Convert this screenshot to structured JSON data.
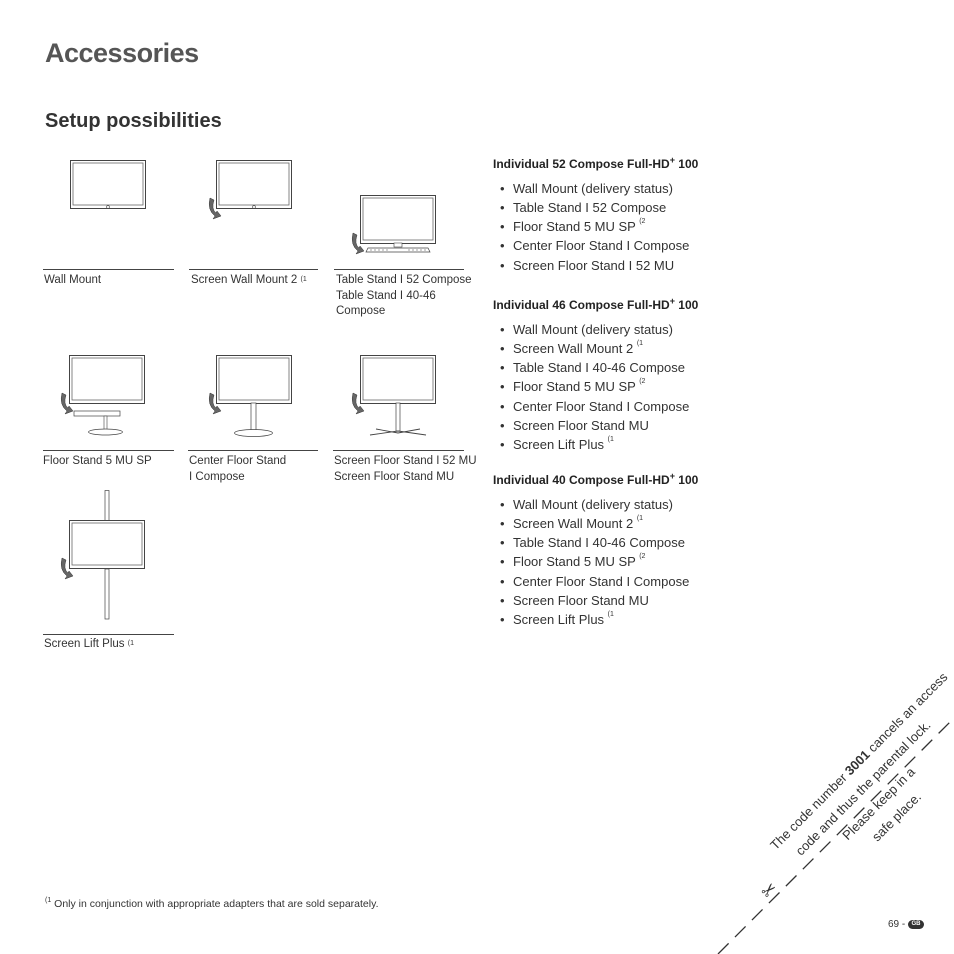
{
  "page": {
    "title": "Accessories",
    "subtitle": "Setup possibilities"
  },
  "figures": [
    {
      "caption_lines": [
        "Wall Mount"
      ],
      "sup": ""
    },
    {
      "caption_lines": [
        "Screen Wall Mount 2"
      ],
      "sup": "(1"
    },
    {
      "caption_lines": [
        "Table Stand I 52 Compose",
        "Table Stand I 40-46",
        "Compose"
      ],
      "sup": ""
    },
    {
      "caption_lines": [
        "Floor Stand 5 MU SP"
      ],
      "sup": ""
    },
    {
      "caption_lines": [
        "Center Floor Stand",
        "I Compose"
      ],
      "sup": ""
    },
    {
      "caption_lines": [
        "Screen Floor Stand I 52 MU",
        "Screen Floor Stand MU"
      ],
      "sup": ""
    },
    {
      "caption_lines": [
        "Screen Lift Plus"
      ],
      "sup": "(1"
    }
  ],
  "sections": [
    {
      "title_prefix": "Individual 52 Compose Full-HD",
      "title_sup": "+",
      "title_suffix": " 100",
      "items": [
        {
          "label": "Wall Mount (delivery status)",
          "sup": ""
        },
        {
          "label": "Table Stand I 52 Compose",
          "sup": ""
        },
        {
          "label": "Floor Stand 5 MU SP",
          "sup": "(2"
        },
        {
          "label": "Center Floor Stand I Compose",
          "sup": ""
        },
        {
          "label": "Screen Floor Stand I 52 MU",
          "sup": ""
        }
      ]
    },
    {
      "title_prefix": "Individual 46 Compose Full-HD",
      "title_sup": "+",
      "title_suffix": " 100",
      "items": [
        {
          "label": "Wall Mount (delivery status)",
          "sup": ""
        },
        {
          "label": "Screen Wall Mount 2",
          "sup": "(1"
        },
        {
          "label": "Table Stand I 40-46 Compose",
          "sup": ""
        },
        {
          "label": "Floor Stand 5 MU SP",
          "sup": "(2"
        },
        {
          "label": "Center Floor Stand I Compose",
          "sup": ""
        },
        {
          "label": "Screen Floor Stand MU",
          "sup": ""
        },
        {
          "label": "Screen Lift Plus",
          "sup": "(1"
        }
      ]
    },
    {
      "title_prefix": "Individual 40 Compose Full-HD",
      "title_sup": "+",
      "title_suffix": " 100",
      "items": [
        {
          "label": "Wall Mount (delivery status)",
          "sup": ""
        },
        {
          "label": "Screen Wall Mount 2",
          "sup": "(1"
        },
        {
          "label": "Table Stand I 40-46 Compose",
          "sup": ""
        },
        {
          "label": "Floor Stand 5 MU SP",
          "sup": "(2"
        },
        {
          "label": "Center Floor Stand I Compose",
          "sup": ""
        },
        {
          "label": "Screen Floor Stand MU",
          "sup": ""
        },
        {
          "label": "Screen Lift Plus",
          "sup": "(1"
        }
      ]
    }
  ],
  "footnote": {
    "sup": "(1",
    "text": "Only in conjunction with appropriate adapters that are sold separately."
  },
  "page_number": {
    "text": "69 -",
    "badge": "GB"
  },
  "cut_note": {
    "line1_pre": "The code number ",
    "line1_code": "3001",
    "line1_post": " cancels an access",
    "line2": "code and thus the parental lock.",
    "line3": "Please keep in a",
    "line4": "safe place."
  }
}
